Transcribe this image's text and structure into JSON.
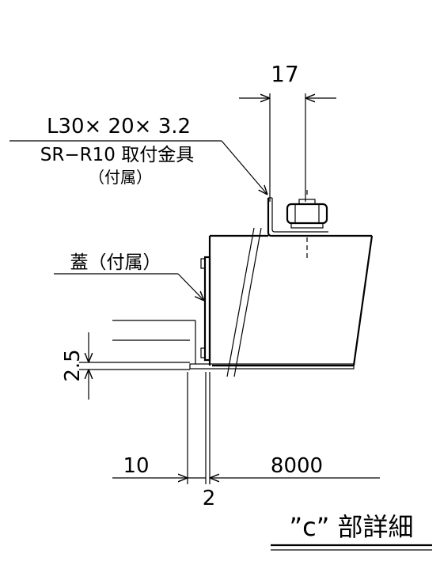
{
  "drawing": {
    "dim_top": "17",
    "label_angle_spec": "L30× 20× 3.2",
    "label_bracket": "SR−R10 取付金具",
    "label_bracket_note": "（付属）",
    "label_lid": "蓋（付属）",
    "dim_left_height": "2.5",
    "dim_bottom_left": "10",
    "dim_bottom_right": "8000",
    "dim_bottom_small": "2",
    "detail_title": "”c” 部詳細"
  }
}
